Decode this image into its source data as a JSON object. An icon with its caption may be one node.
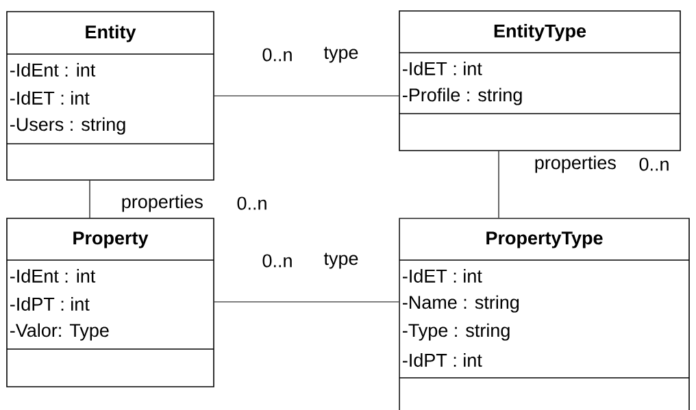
{
  "diagram": {
    "nodes": [
      {
        "text": [
          "Entity",
          "-IdEnt : int",
          "-IdET : int",
          "-Users : string"
        ]
      },
      {
        "text": [
          "EntityType",
          "-IdET : int",
          "-Profile : string"
        ]
      },
      {
        "text": [
          "Property",
          "-IdEnt : int",
          "-IdPT : int",
          "-Valor: Type"
        ]
      },
      {
        "text": [
          "PropertyType",
          "-IdET : int",
          "-Name : string",
          "-Type : string",
          "-IdPT : int"
        ]
      }
    ],
    "edges": [
      {
        "from": 0,
        "to": 1,
        "arrow": "none",
        "label": "type"
      },
      {
        "from": 1,
        "to": 3,
        "arrow": "none",
        "label": "properties"
      },
      {
        "from": 0,
        "to": 2,
        "arrow": "none",
        "label": "properties"
      },
      {
        "from": 2,
        "to": 3,
        "arrow": "none",
        "label": "type"
      }
    ],
    "labels": [
      "0..n",
      "0..n",
      "0..n",
      "0..n"
    ]
  }
}
